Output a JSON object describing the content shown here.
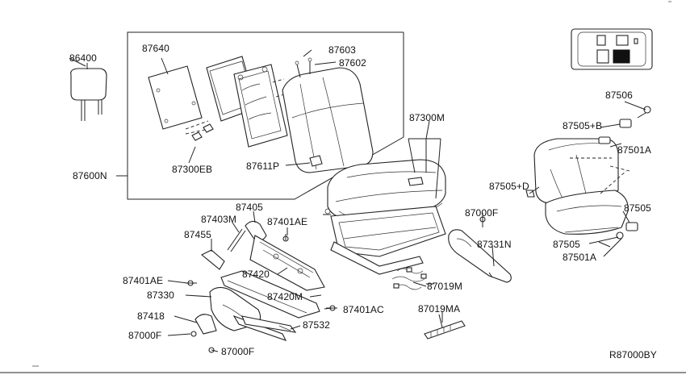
{
  "diagram": {
    "catalog_code": "R87000BY",
    "callouts": {
      "p86400": "86400",
      "p87640": "87640",
      "p87603": "87603",
      "p87602": "87602",
      "p87300m": "87300M",
      "p87300eb": "87300EB",
      "p87611p": "87611P",
      "p87600n": "87600N",
      "p87506": "87506",
      "p87505b": "87505+B",
      "p87501a_top": "87501A",
      "p87505d": "87505+D",
      "p87505_right": "87505",
      "p87505_low": "87505",
      "p87501a_low": "87501A",
      "p87405": "87405",
      "p87403m": "87403M",
      "p87401ae_top": "87401AE",
      "p87455": "87455",
      "p87000f_mid": "87000F",
      "p87331n": "87331N",
      "p87401ae_left": "87401AE",
      "p87420": "87420",
      "p87330": "87330",
      "p87019m": "87019M",
      "p87420m": "87420M",
      "p87401ac": "87401AC",
      "p87418": "87418",
      "p87019ma": "87019MA",
      "p87532": "87532",
      "p87000f_left": "87000F",
      "p87000f_bottom": "87000F"
    }
  }
}
